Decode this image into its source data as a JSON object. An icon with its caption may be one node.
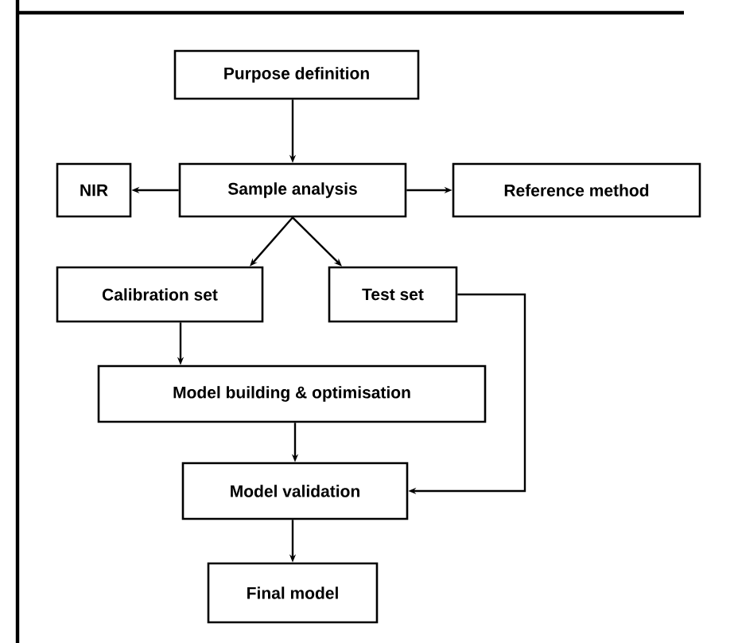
{
  "diagram": {
    "nodes": [
      {
        "text": [
          "Purpose definition"
        ]
      },
      {
        "text": [
          "NIR"
        ]
      },
      {
        "text": [
          "Sample analysis"
        ]
      },
      {
        "text": [
          "Reference method"
        ]
      },
      {
        "text": [
          "Calibration set"
        ]
      },
      {
        "text": [
          "Test set"
        ]
      },
      {
        "text": [
          "Model building & optimisation"
        ]
      },
      {
        "text": [
          "Model validation"
        ]
      },
      {
        "text": [
          "Final model"
        ]
      }
    ],
    "edges": [
      {
        "from": 0,
        "to": 2,
        "arrow": "to"
      },
      {
        "from": 2,
        "to": 1,
        "arrow": "to"
      },
      {
        "from": 2,
        "to": 3,
        "arrow": "to"
      },
      {
        "from": 2,
        "to": 4,
        "arrow": "to"
      },
      {
        "from": 2,
        "to": 5,
        "arrow": "to"
      },
      {
        "from": 4,
        "to": 6,
        "arrow": "to"
      },
      {
        "from": 6,
        "to": 7,
        "arrow": "to"
      },
      {
        "from": 5,
        "to": 7,
        "arrow": "to"
      },
      {
        "from": 7,
        "to": 8,
        "arrow": "to"
      }
    ]
  }
}
